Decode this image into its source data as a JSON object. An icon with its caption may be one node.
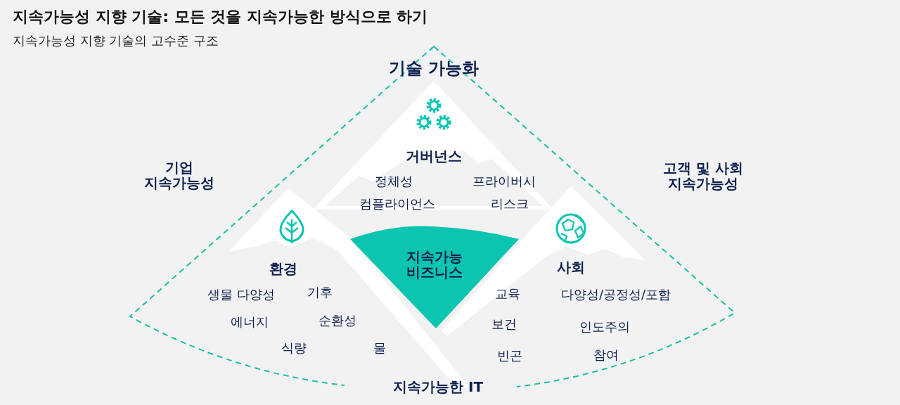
{
  "diagram": {
    "title": "지속가능성 지향 기술: 모든 것을 지속가능한 방식으로 하기",
    "caption": "지속가능성 지향 기술의 고수준 구조",
    "nodes": [
      {
        "text": [
          "거버넌스",
          "정체성",
          "프라이버시",
          "컴플라이언스",
          "리스크"
        ]
      },
      {
        "text": [
          "환경",
          "생물 다양성",
          "기후",
          "에너지",
          "순환성",
          "식량",
          "물"
        ]
      },
      {
        "text": [
          "사회",
          "교육",
          "다양성/공정성/포함",
          "보건",
          "인도주의",
          "빈곤",
          "참여"
        ]
      },
      {
        "text": [
          "지속가능 비즈니스"
        ]
      }
    ],
    "labels": [
      "기술 가능화",
      "기업 지속가능성",
      "고객 및 사회 지속가능성",
      "지속가능한 IT"
    ]
  }
}
